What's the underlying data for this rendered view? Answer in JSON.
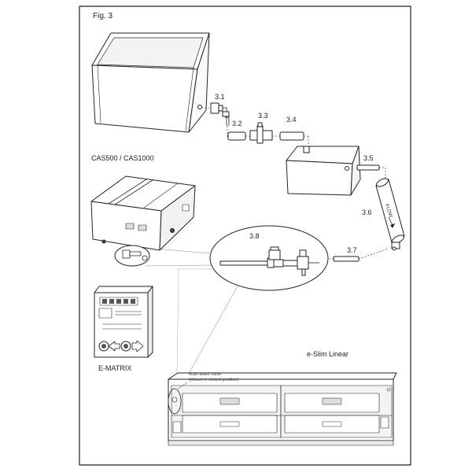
{
  "figure": {
    "title": "Fig. 3"
  },
  "callouts": {
    "c3_1": "3.1",
    "c3_2": "3.2",
    "c3_3": "3.3",
    "c3_4": "3.4",
    "c3_5": "3.5",
    "c3_6": "3.6",
    "c3_7": "3.7",
    "c3_8": "3.8"
  },
  "units": {
    "cas": "CAS500 / CAS1000",
    "ematrix": "E-MATRIX",
    "eslim": "e-Slim Linear"
  },
  "notes": {
    "valve_line1": "Main water valve",
    "valve_line2": "(shown in closed position)"
  },
  "filter_text": "FLOW",
  "colors": {
    "line": "#222222",
    "fill": "#ffffff",
    "panel": "#e9e9e9",
    "dark": "#6a6a6a"
  }
}
